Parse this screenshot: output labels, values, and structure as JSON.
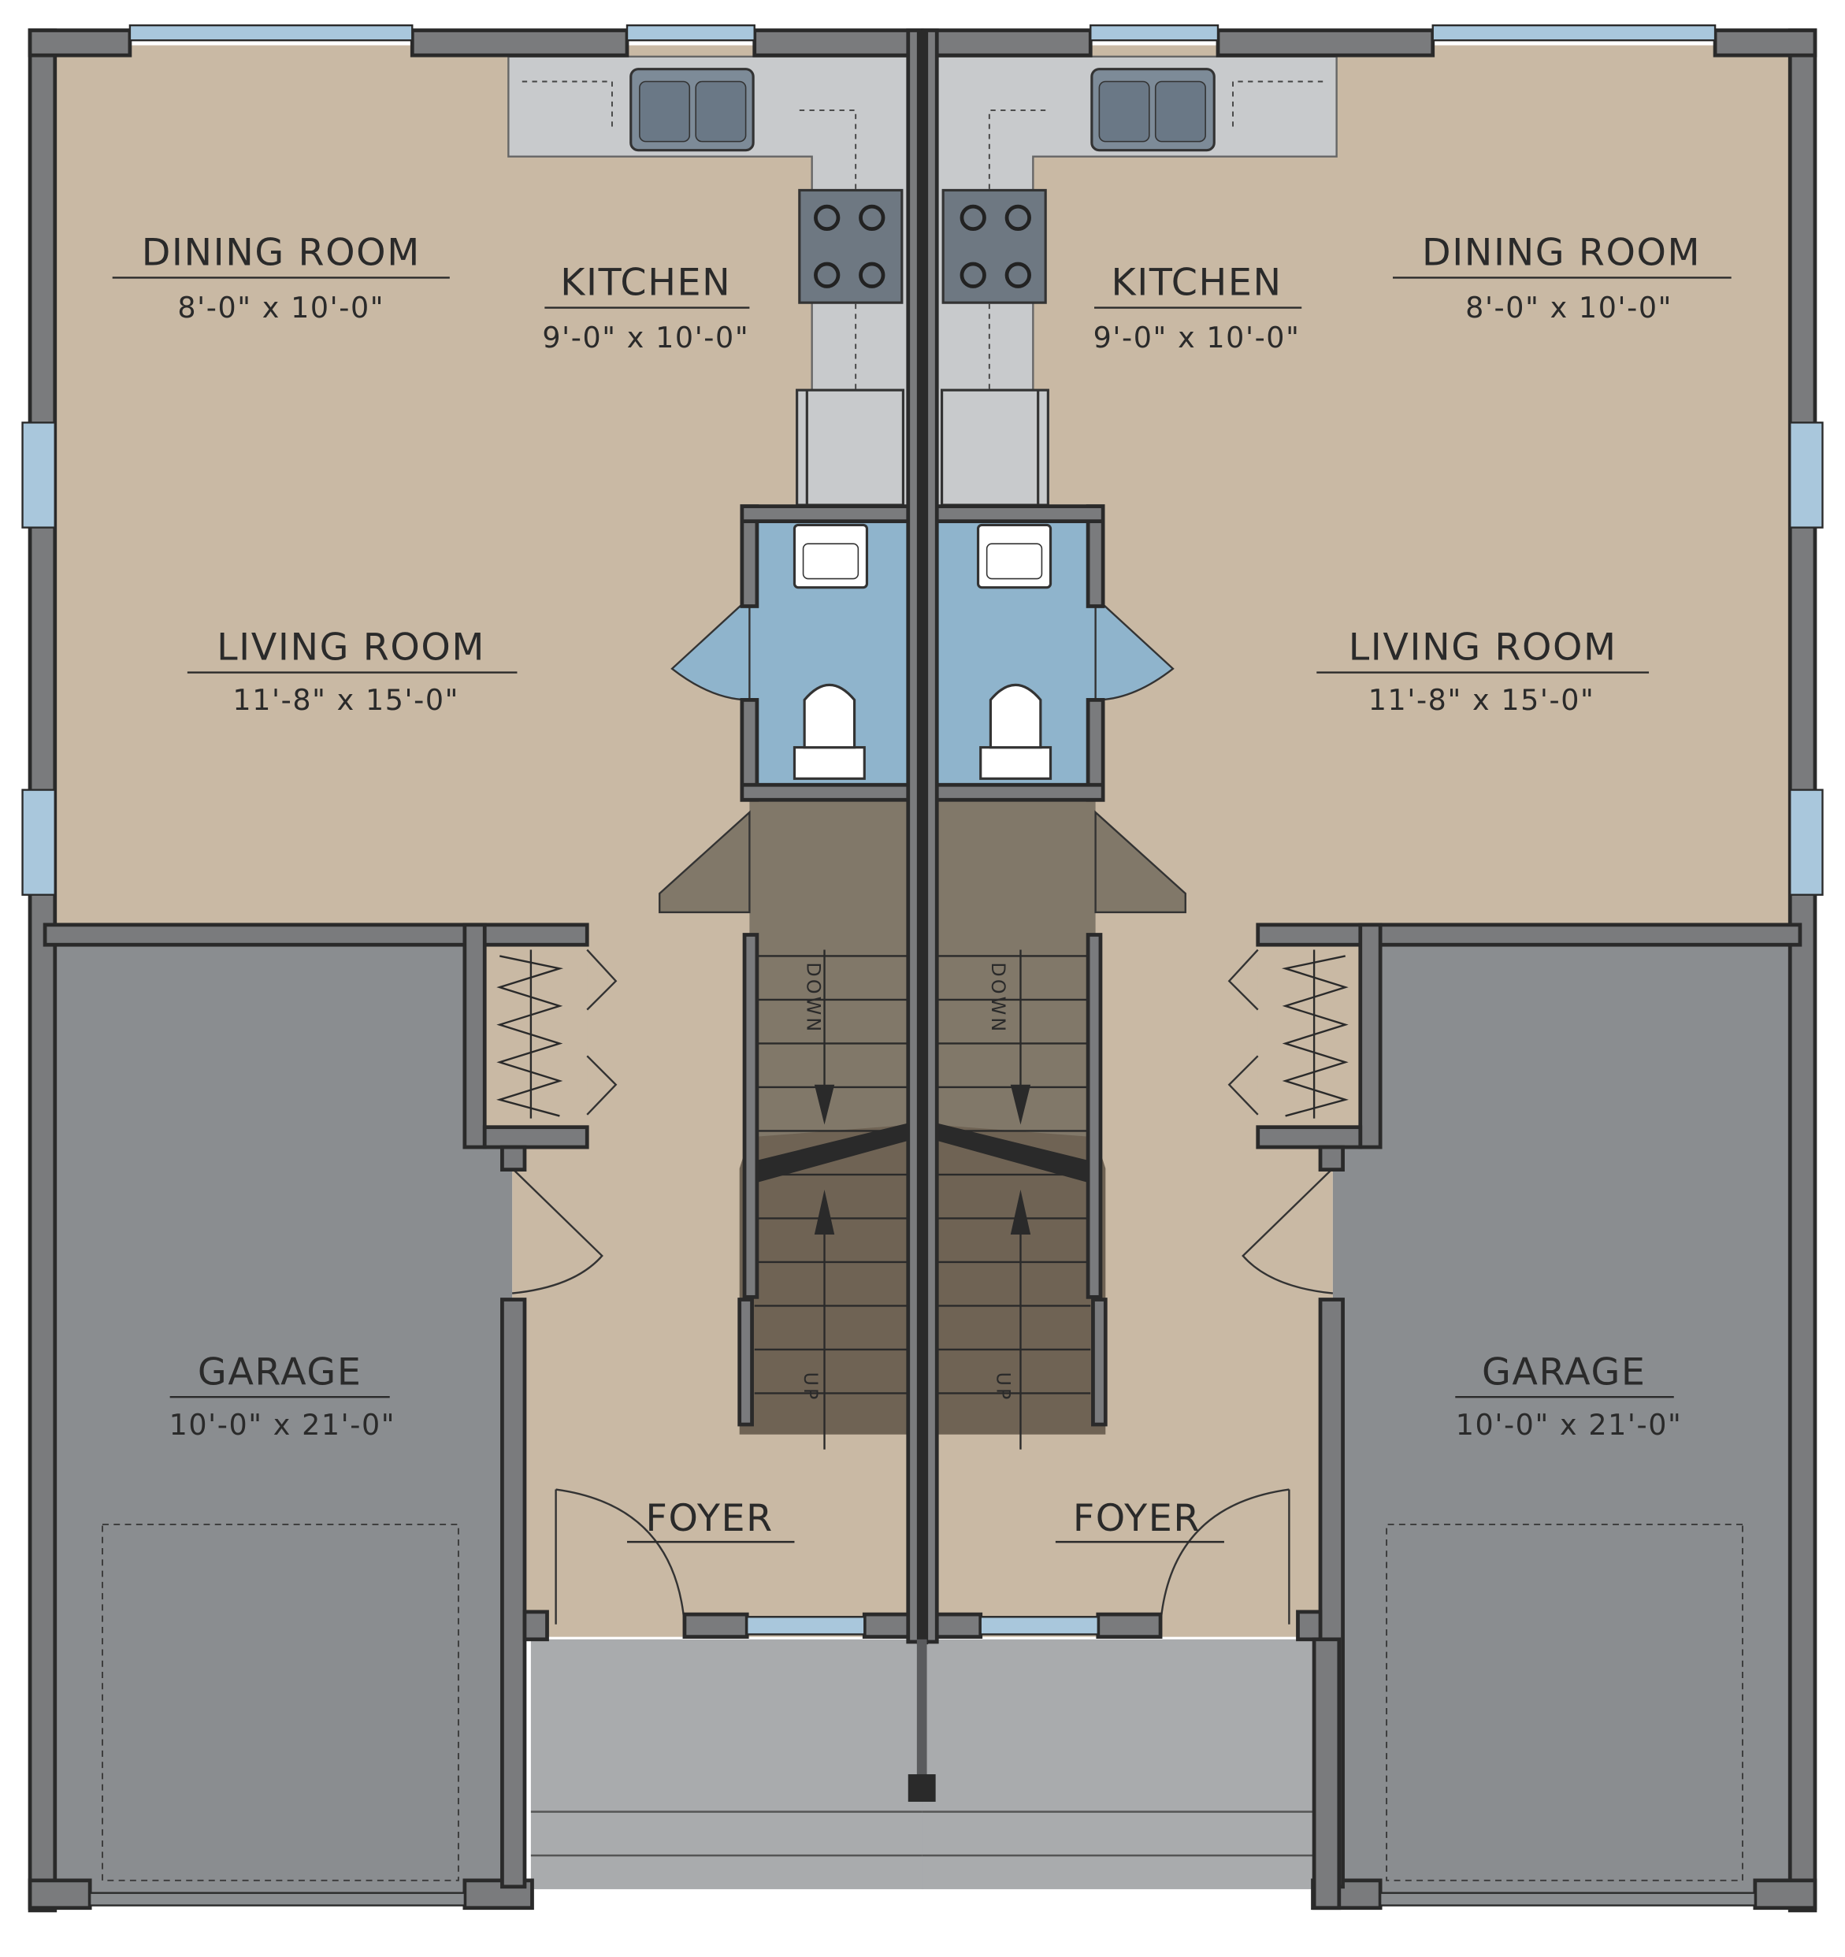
{
  "plan": {
    "left_unit": {
      "dining": {
        "name": "DINING ROOM",
        "size": "8'-0\" x 10'-0\""
      },
      "kitchen": {
        "name": "KITCHEN",
        "size": "9'-0\" x 10'-0\""
      },
      "living": {
        "name": "LIVING ROOM",
        "size": "11'-8\" x 15'-0\""
      },
      "garage": {
        "name": "GARAGE",
        "size": "10'-0\" x 21'-0\""
      },
      "foyer": {
        "name": "FOYER"
      },
      "stairs": {
        "down": "DOWN",
        "up": "UP"
      }
    },
    "right_unit": {
      "dining": {
        "name": "DINING ROOM",
        "size": "8'-0\" x 10'-0\""
      },
      "kitchen": {
        "name": "KITCHEN",
        "size": "9'-0\" x 10'-0\""
      },
      "living": {
        "name": "LIVING ROOM",
        "size": "11'-8\" x 15'-0\""
      },
      "garage": {
        "name": "GARAGE",
        "size": "10'-0\" x 21'-0\""
      },
      "foyer": {
        "name": "FOYER"
      },
      "stairs": {
        "down": "DOWN",
        "up": "UP"
      }
    }
  },
  "colors": {
    "floor": "#c9b9a4",
    "wall": "#5a5b5d",
    "garage": "#8a8d90",
    "bath": "#8fb4cc",
    "counter": "#c8cacc",
    "stair_upper": "#817869",
    "stair_lower": "#6f6354",
    "porch": "#a9abad",
    "window": "#a9c7dc"
  }
}
